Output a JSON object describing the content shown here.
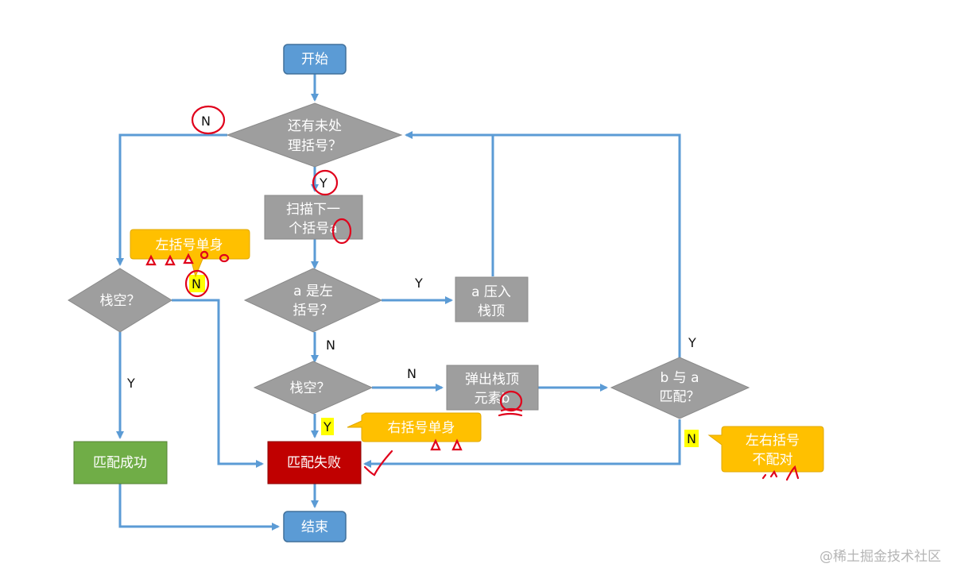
{
  "nodes": {
    "start": "开始",
    "has_unprocessed": [
      "还有未处",
      "理括号？"
    ],
    "scan_next": [
      "扫描下一",
      "个括号a"
    ],
    "is_left": [
      "a 是左",
      "括号？"
    ],
    "push": [
      "a 压入",
      "栈顶"
    ],
    "stack_empty_left": "栈空？",
    "stack_empty_mid": "栈空？",
    "pop": [
      "弹出栈顶",
      "元素b"
    ],
    "match": [
      "b 与 a",
      "匹配？"
    ],
    "success": "匹配成功",
    "fail": "匹配失败",
    "end": "结束"
  },
  "edge_labels": {
    "top_n": "N",
    "top_y": "Y",
    "is_left_y": "Y",
    "is_left_n": "N",
    "mid_empty_n": "N",
    "mid_empty_y": "Y",
    "left_empty_y": "Y",
    "left_empty_n": "N",
    "match_y": "Y",
    "match_n": "N"
  },
  "callouts": {
    "left_single": "左括号单身",
    "right_single": "右括号单身",
    "mismatch": [
      "左右括号",
      "不配对"
    ]
  },
  "watermark": "@稀土掘金技术社区",
  "colors": {
    "process_blue": "#5b9bd5",
    "gray_shape": "#9e9e9e",
    "success_green": "#70ad47",
    "fail_red": "#c00000",
    "callout_yellow": "#ffc000",
    "arrow": "#5b9bd5",
    "annotation_red": "#e0001b"
  }
}
